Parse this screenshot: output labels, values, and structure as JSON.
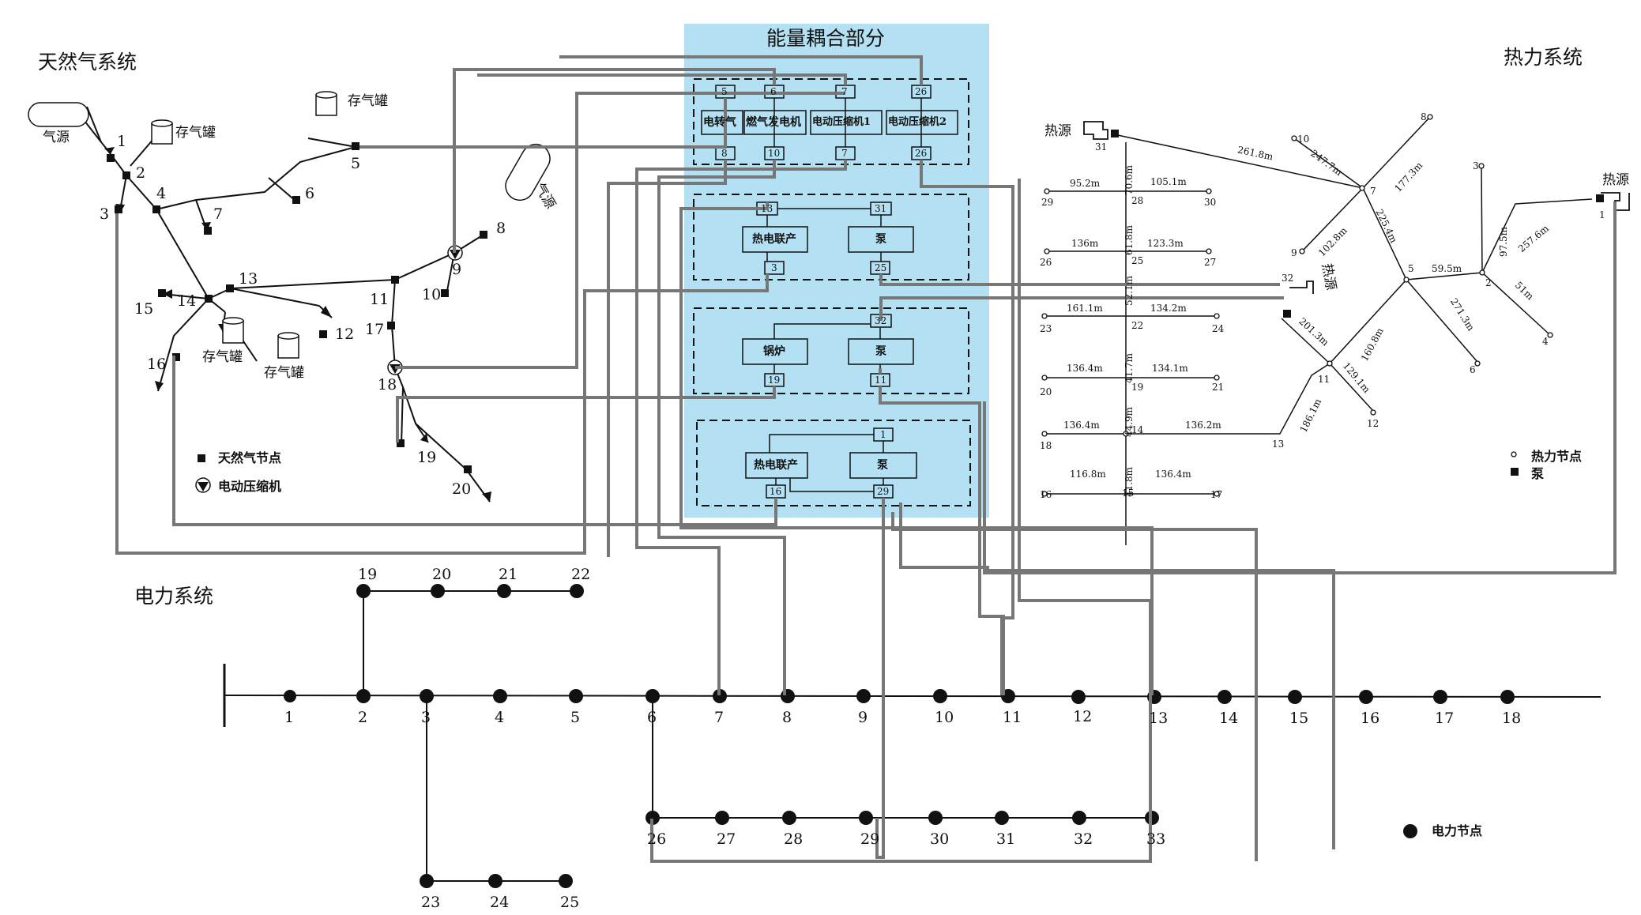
{
  "titles": {
    "gas": "天然气系统",
    "heat": "热力系统",
    "power": "电力系统",
    "coupling": "能量耦合部分"
  },
  "gas": {
    "source1": "气源",
    "source2": "气源",
    "storage": [
      "存气罐",
      "存气罐",
      "存气罐",
      "存气罐"
    ],
    "nodes": [
      "1",
      "2",
      "3",
      "4",
      "5",
      "6",
      "7",
      "8",
      "9",
      "10",
      "11",
      "12",
      "13",
      "14",
      "15",
      "16",
      "17",
      "18",
      "19",
      "20"
    ],
    "legend_node": "天然气节点",
    "legend_comp": "电动压缩机"
  },
  "coupling": {
    "boxes": [
      "电转气",
      "燃气发电机",
      "电动压缩机1",
      "电动压缩机2",
      "热电联产",
      "泵",
      "锅炉",
      "泵",
      "热电联产",
      "泵"
    ],
    "ports": [
      "5",
      "6",
      "7",
      "26",
      "8",
      "10",
      "7",
      "26",
      "13",
      "31",
      "3",
      "25",
      "32",
      "19",
      "11",
      "1",
      "16",
      "29"
    ]
  },
  "heat": {
    "source_left": "热源",
    "source_right": "热源",
    "source_mid": "热源",
    "nodes": [
      "1",
      "2",
      "3",
      "4",
      "5",
      "6",
      "7",
      "8",
      "9",
      "10",
      "11",
      "12",
      "13",
      "14",
      "15",
      "16",
      "17",
      "18",
      "19",
      "20",
      "21",
      "22",
      "23",
      "24",
      "25",
      "26",
      "27",
      "28",
      "29",
      "30",
      "31",
      "32"
    ],
    "lengths": [
      "261.8m",
      "70.6m",
      "95.2m",
      "105.1m",
      "61.8m",
      "136m",
      "123.3m",
      "52.1m",
      "161.1m",
      "134.2m",
      "41.7m",
      "136.4m",
      "134.1m",
      "44.9m",
      "136.4m",
      "136.2m",
      "41.8m",
      "116.8m",
      "136.4m",
      "247.7m",
      "177.3m",
      "102.8m",
      "225.4m",
      "59.5m",
      "97.5m",
      "257.6m",
      "51m",
      "271.3m",
      "160.8m",
      "201.3m",
      "186.1m",
      "129.1m"
    ],
    "legend_node": "热力节点",
    "legend_pump": "泵"
  },
  "power": {
    "nodes": [
      "1",
      "2",
      "3",
      "4",
      "5",
      "6",
      "7",
      "8",
      "9",
      "10",
      "11",
      "12",
      "13",
      "14",
      "15",
      "16",
      "17",
      "18",
      "19",
      "20",
      "21",
      "22",
      "23",
      "24",
      "25",
      "26",
      "27",
      "28",
      "29",
      "30",
      "31",
      "32",
      "33"
    ],
    "legend": "电力节点"
  }
}
